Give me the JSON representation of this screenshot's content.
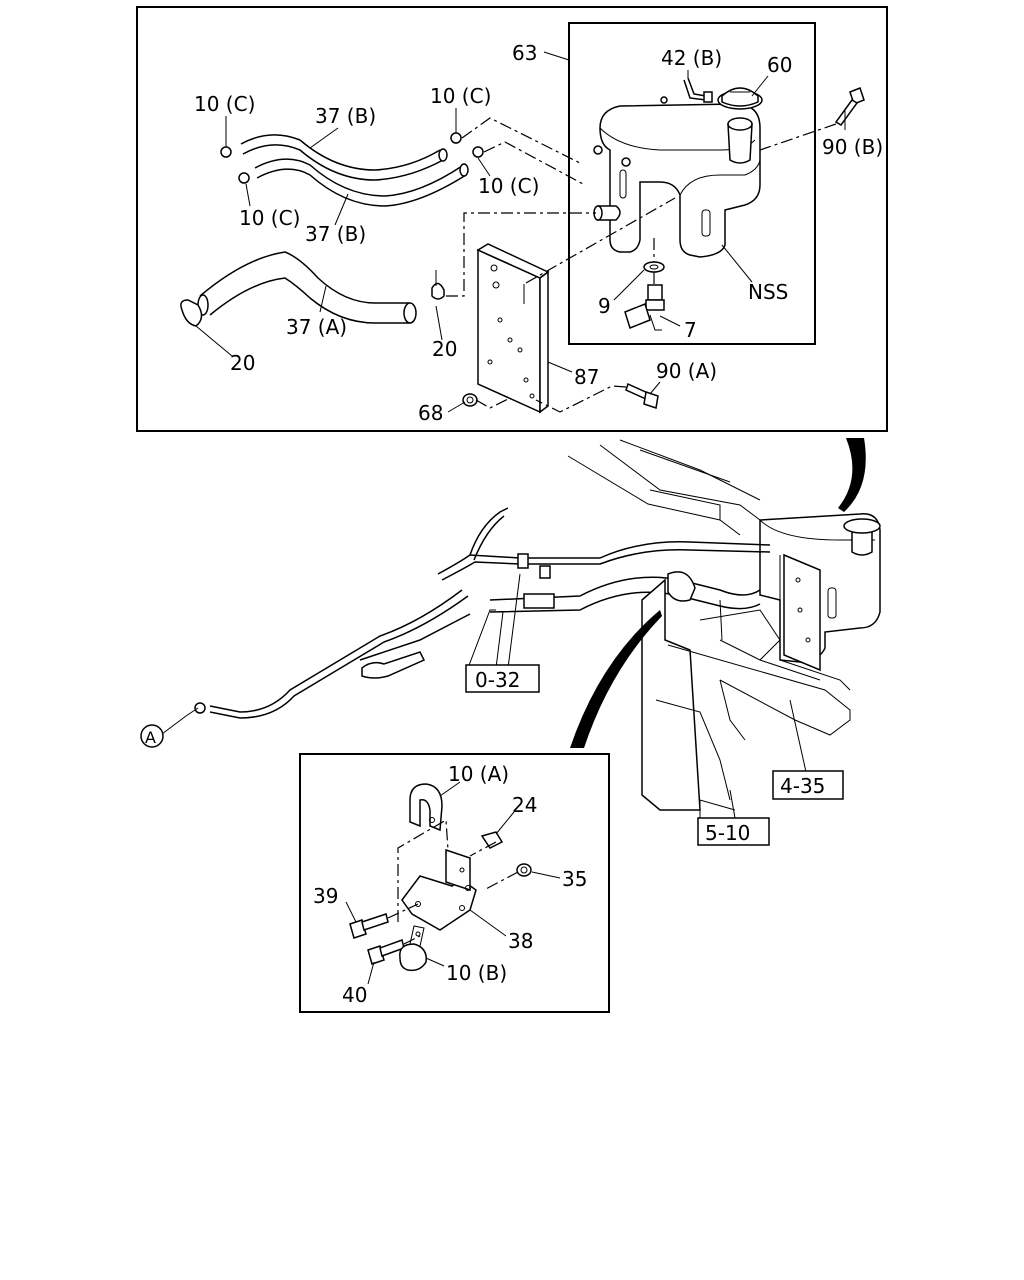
{
  "callouts": {
    "c63": "63",
    "c42b": "42 (B)",
    "c60": "60",
    "c10c_1": "10 (C)",
    "c37b_1": "37 (B)",
    "c10c_2": "10 (C)",
    "c90b": "90 (B)",
    "c10c_3": "10 (C)",
    "c10c_4": "10 (C)",
    "c37b_2": "37 (B)",
    "cNSS": "NSS",
    "c9": "9",
    "c7": "7",
    "c37a": "37 (A)",
    "c20_1": "20",
    "c20_2": "20",
    "c87": "87",
    "c90a": "90 (A)",
    "c68": "68",
    "c10a": "10 (A)",
    "c24": "24",
    "c35": "35",
    "c39": "39",
    "c38": "38",
    "c40": "40",
    "c10b": "10 (B)"
  },
  "references": {
    "ref_0_32": "0-32",
    "ref_4_35": "4-35",
    "ref_5_10": "5-10",
    "marker_a": "A"
  }
}
